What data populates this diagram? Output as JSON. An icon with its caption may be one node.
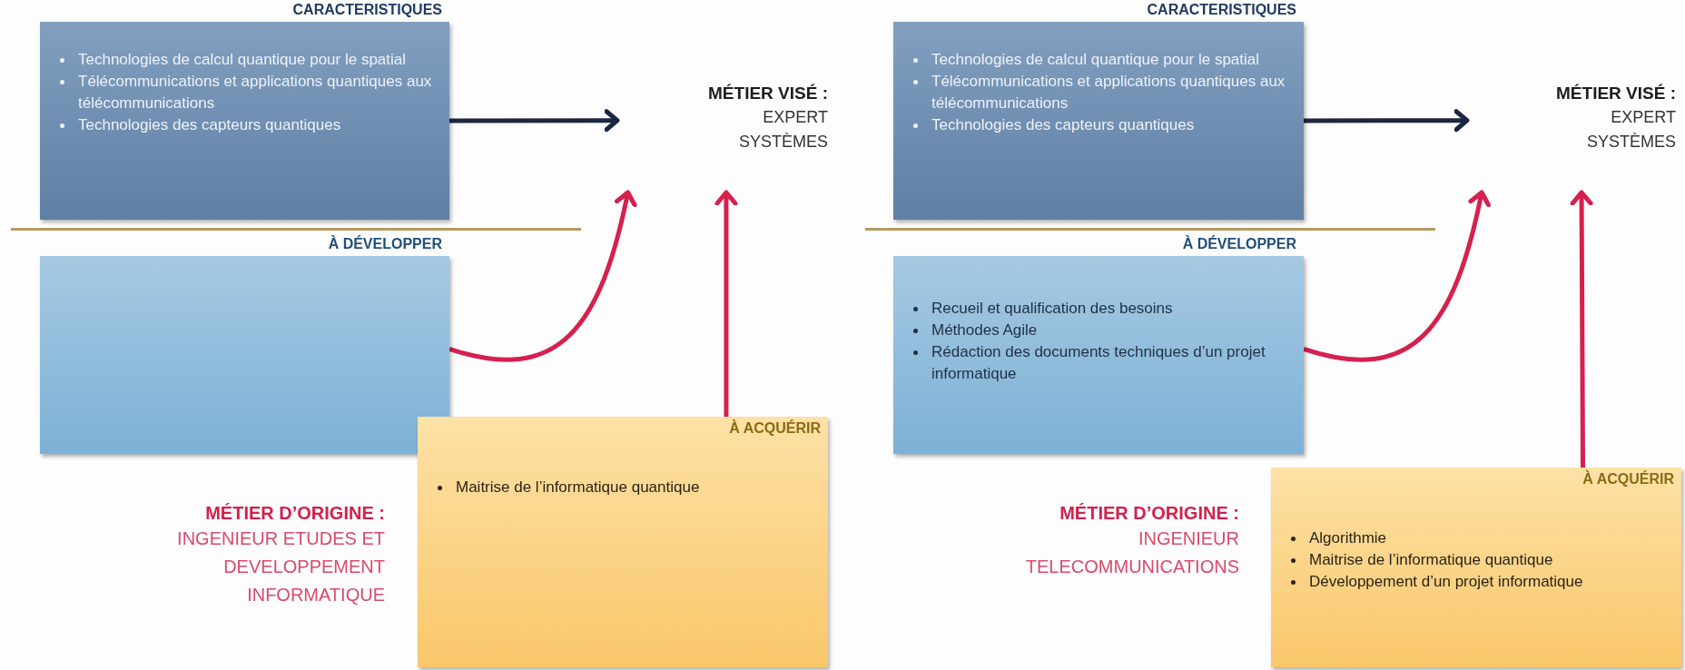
{
  "diagram": {
    "nodes": [
      {
        "text": [
          "CARACTERISTIQUES",
          "Technologies de calcul quantique pour le spatial",
          "Télécommunications et applications quantiques aux télécommunications",
          "Technologies des capteurs quantiques"
        ]
      },
      {
        "text": [
          "MÉTIER VISÉ :",
          "EXPERT SYSTÈMES"
        ]
      },
      {
        "text": [
          "À DÉVELOPPER"
        ]
      },
      {
        "text": [
          "À ACQUÉRIR",
          "Maitrise de l’informatique quantique"
        ]
      },
      {
        "text": [
          "MÉTIER D’ORIGINE :",
          "INGENIEUR ETUDES ET DEVELOPPEMENT INFORMATIQUE"
        ]
      },
      {
        "text": [
          "CARACTERISTIQUES",
          "Technologies de calcul quantique pour le spatial",
          "Télécommunications et applications quantiques aux télécommunications",
          "Technologies des capteurs quantiques"
        ]
      },
      {
        "text": [
          "MÉTIER VISÉ :",
          "EXPERT SYSTÈMES"
        ]
      },
      {
        "text": [
          "À DÉVELOPPER",
          "Recueil et qualification des besoins",
          "Méthodes Agile",
          "Rédaction des documents techniques d’un projet informatique"
        ]
      },
      {
        "text": [
          "À ACQUÉRIR",
          "Algorithmie",
          "Maitrise de l’informatique quantique",
          "Développement d’un projet informatique"
        ]
      },
      {
        "text": [
          "MÉTIER D’ORIGINE :",
          "INGENIEUR TELECOMMUNICATIONS"
        ]
      }
    ],
    "edges": [
      {
        "from": 0,
        "to": 1,
        "arrow": "to",
        "color": "#1b2740"
      },
      {
        "from": 2,
        "to": 1,
        "arrow": "to"
      },
      {
        "from": 3,
        "to": 1,
        "arrow": "to"
      },
      {
        "from": 5,
        "to": 6,
        "arrow": "to",
        "color": "#1b2740"
      },
      {
        "from": 7,
        "to": 6,
        "arrow": "to"
      },
      {
        "from": 8,
        "to": 6,
        "arrow": "to"
      }
    ]
  }
}
